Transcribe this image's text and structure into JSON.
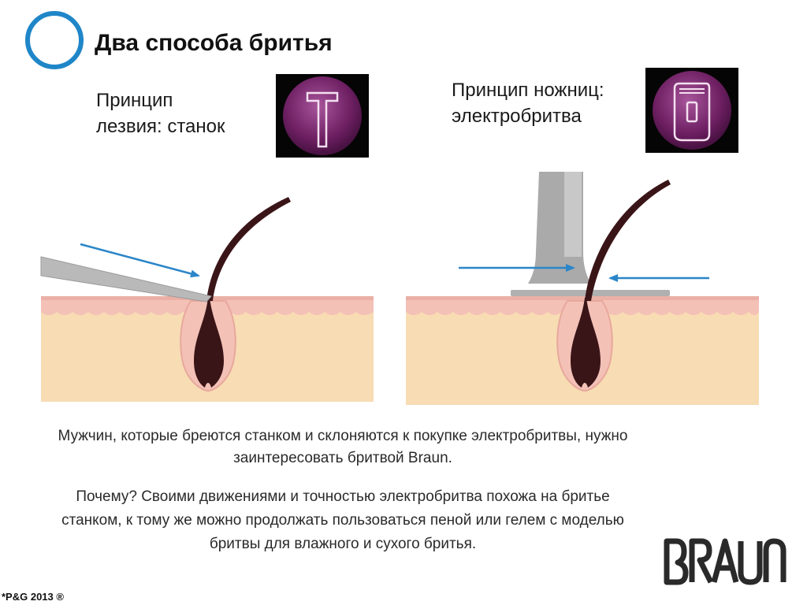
{
  "title": "Два способа бритья",
  "methods": {
    "blade": {
      "label_line1": "Принцип",
      "label_line2": "лезвия: станок",
      "icon": "razor-icon"
    },
    "scissors": {
      "label_line1": "Принцип ножниц:",
      "label_line2": "электробритва",
      "icon": "electric-shaver-icon"
    }
  },
  "caption": {
    "paragraph1_line1": "Мужчин, которые бреются станком и склоняются к покупке электробритвы, нужно",
    "paragraph1_line2": "заинтересовать бритвой Braun.",
    "paragraph2_line1": "Почему? Своими движениями и точностью электробритва похожа на бритье",
    "paragraph2_line2": "станком, к тому же можно продолжать пользоваться пеной или гелем с моделью",
    "paragraph2_line3": "бритвы для влажного и сухого бритья."
  },
  "copyright": "*P&G 2013 ®",
  "brand": {
    "name": "BRAUN"
  },
  "colors": {
    "accent_circle": "#1f86c8",
    "icon_purple": "#7a2a6e",
    "arrow_blue": "#2b86c8",
    "skin_pink": "#f4c1b7",
    "skin_tan": "#f7dcb4",
    "hair_dark": "#3a1518"
  }
}
